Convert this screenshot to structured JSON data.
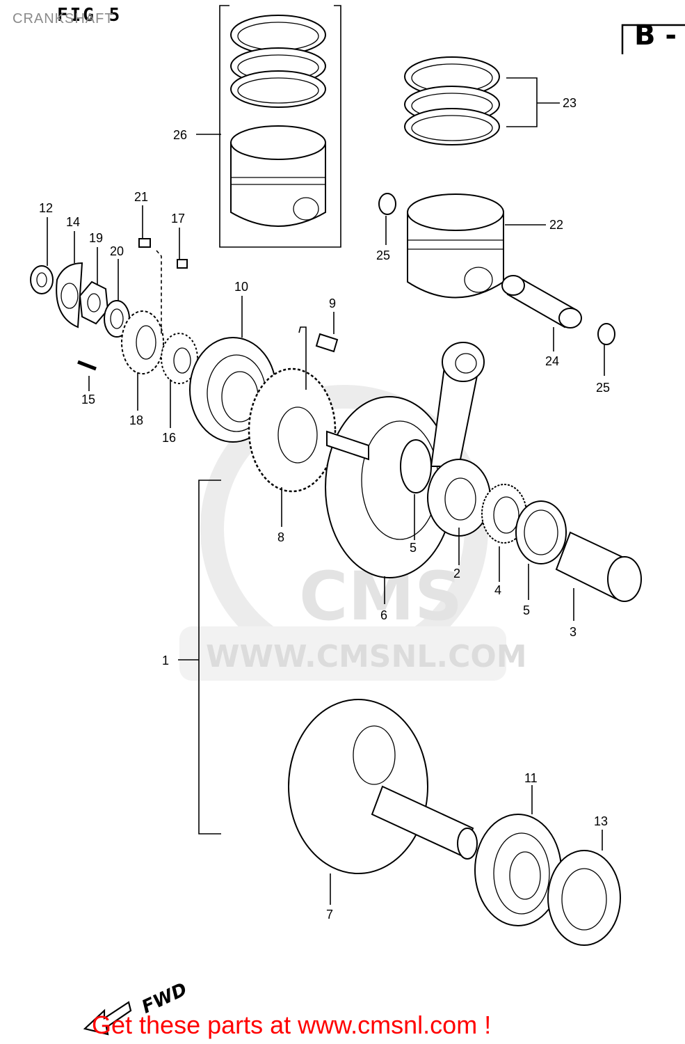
{
  "header": {
    "caption": "CRANKSHAFT",
    "figure_label": "FIG 5",
    "section_mark": "B -"
  },
  "watermark": {
    "brand": "CMS",
    "url": "WWW.CMSNL.COM"
  },
  "direction_label": "FWD",
  "footer": {
    "promo_text": "Get these parts at www.cmsnl.com !"
  },
  "callouts": {
    "c1": "1",
    "c2": "2",
    "c3": "3",
    "c4": "4",
    "c5a": "5",
    "c5b": "5",
    "c6": "6",
    "c7": "7",
    "c8": "8",
    "c9": "9",
    "c10": "10",
    "c11": "11",
    "c12": "12",
    "c13": "13",
    "c14": "14",
    "c15": "15",
    "c16": "16",
    "c17": "17",
    "c18": "18",
    "c19": "19",
    "c20": "20",
    "c21": "21",
    "c22": "22",
    "c23": "23",
    "c24": "24",
    "c25a": "25",
    "c25b": "25",
    "c26": "26"
  },
  "colors": {
    "ink": "#000000",
    "caption_gray": "#8a8a8a",
    "watermark_gray": "#e3e3e3",
    "promo_red": "#ff0000"
  }
}
